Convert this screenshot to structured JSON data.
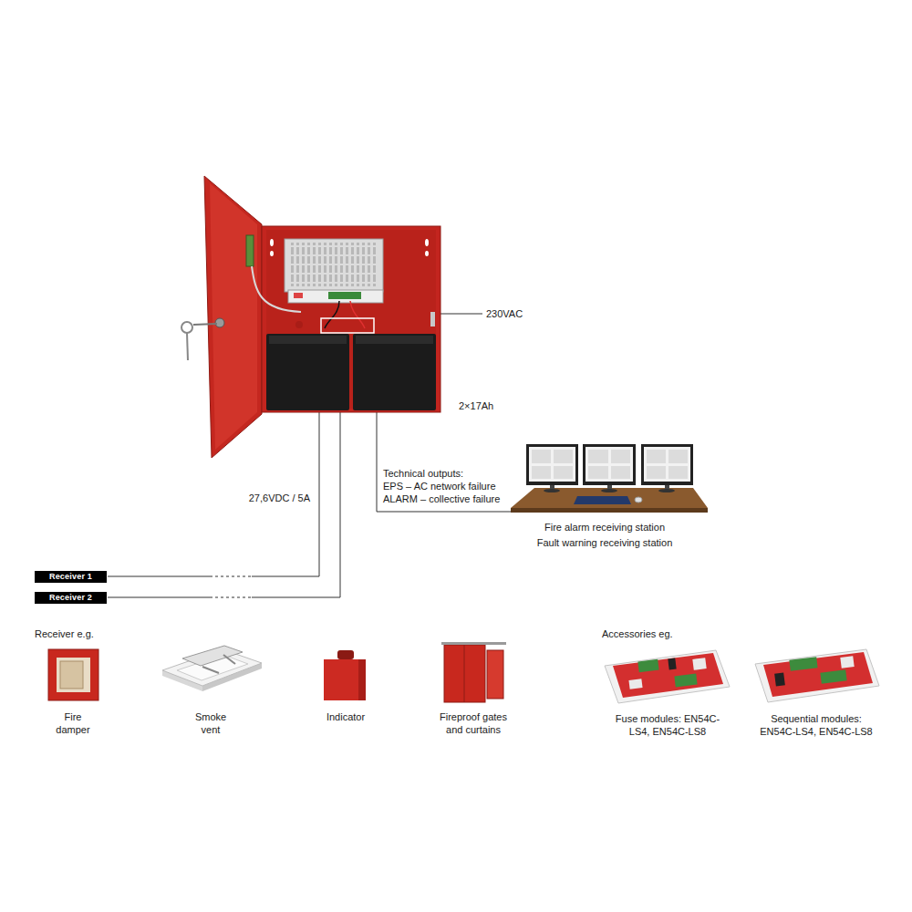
{
  "diagram": {
    "nodes": [
      {
        "text": [
          "Receiver 1"
        ]
      },
      {
        "text": [
          "Receiver 2"
        ]
      }
    ],
    "labels": [
      "230VAC",
      "2×17Ah",
      "27,6VDC / 5A",
      "Technical outputs:",
      "EPS – AC network failure",
      "ALARM – collective failure",
      "Fire alarm receiving station",
      "Fault warning receiving station",
      "Receiver e.g.",
      "Fire damper",
      "Smoke vent",
      "Indicator",
      "Fireproof gates and curtains",
      "Accessories eg.",
      "Fuse modules: EN54C-LS4, EN54C-LS8",
      "Sequential modules: EN54C-LS4, EN54C-LS8"
    ]
  }
}
